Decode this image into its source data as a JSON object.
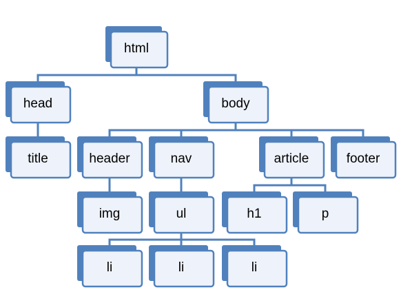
{
  "colors": {
    "accent": "#5081BD",
    "card_fill": "#EEF2FA",
    "connector": "#5081BD",
    "text": "#000000"
  },
  "nodes": {
    "html": "html",
    "head": "head",
    "body": "body",
    "title": "title",
    "header": "header",
    "nav": "nav",
    "article": "article",
    "footer": "footer",
    "img": "img",
    "ul": "ul",
    "h1": "h1",
    "p": "p",
    "li_1": "li",
    "li_2": "li",
    "li_3": "li"
  },
  "edges": [
    [
      "html",
      "head"
    ],
    [
      "html",
      "body"
    ],
    [
      "head",
      "title"
    ],
    [
      "body",
      "header"
    ],
    [
      "body",
      "nav"
    ],
    [
      "body",
      "article"
    ],
    [
      "body",
      "footer"
    ],
    [
      "header",
      "img"
    ],
    [
      "nav",
      "ul"
    ],
    [
      "ul",
      "li_1"
    ],
    [
      "ul",
      "li_2"
    ],
    [
      "ul",
      "li_3"
    ],
    [
      "article",
      "h1"
    ],
    [
      "article",
      "p"
    ]
  ]
}
